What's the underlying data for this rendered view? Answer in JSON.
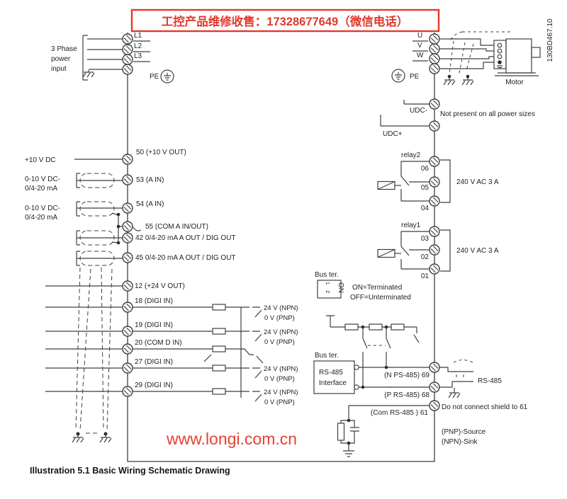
{
  "banner": {
    "text": "工控产品维修收售：17328677649（微信电话）"
  },
  "doc_code": "130BD467.10",
  "website": "www.longi.com.cn",
  "caption": "Illustration 5.1 Basic Wiring Schematic Drawing",
  "colors": {
    "accent_red": "#e2392b",
    "line": "#3f3f3f"
  },
  "power_input": {
    "label_lines": [
      "3 Phase",
      "power",
      "input"
    ],
    "phases": [
      "L1",
      "L2",
      "L3"
    ],
    "pe": "PE"
  },
  "motor": {
    "phases": [
      "U",
      "V",
      "W"
    ],
    "pe": "PE",
    "label": "Motor",
    "note": "Not present on all power sizes",
    "udc_minus": "UDC-",
    "udc_plus": "UDC+"
  },
  "relay2": {
    "name": "relay2",
    "terminals": [
      "06",
      "05",
      "04"
    ],
    "rating": "240 V AC 3 A"
  },
  "relay1": {
    "name": "relay1",
    "terminals": [
      "03",
      "02",
      "01"
    ],
    "rating": "240 V AC 3 A"
  },
  "analog": {
    "supply": "+10 V DC",
    "t50": "50 (+10 V OUT)",
    "in1": [
      "0-10 V DC-",
      "0/4-20 mA"
    ],
    "t53": "53 (A IN)",
    "in2": [
      "0-10 V DC-",
      "0/4-20 mA"
    ],
    "t54": "54 (A IN)",
    "t55": "55 (COM A IN/OUT)",
    "t42": "42 0/4-20 mA A OUT / DIG OUT",
    "t45": "45 0/4-20 mA A OUT / DIG OUT"
  },
  "digital": {
    "t12": "12 (+24 V OUT)",
    "t18": "18 (DIGI IN)",
    "t19": "19 (DIGI IN)",
    "t20": "20 (COM D IN)",
    "t27": "27 (DIGI IN)",
    "t29": "29 (DIGI IN)",
    "npn": "24 V (NPN)",
    "pnp": "0 V (PNP)"
  },
  "bus_term": {
    "label": "Bus ter.",
    "s1": "1",
    "s2": "2",
    "on": "ON",
    "on_text": "ON=Terminated",
    "off_text": "OFF=Unterminated"
  },
  "rs485": {
    "bus_ter_label": "Bus ter.",
    "box": [
      "RS-485",
      "Interface"
    ],
    "t69": "(N PS-485) 69",
    "t68": "(P RS-485) 68",
    "t61": "(Com RS-485 ) 61",
    "bus_label": "RS-485",
    "shield_note": "Do not connect shield to 61",
    "pnp_source": "(PNP)-Source",
    "npn_sink": "(NPN)-Sink"
  }
}
